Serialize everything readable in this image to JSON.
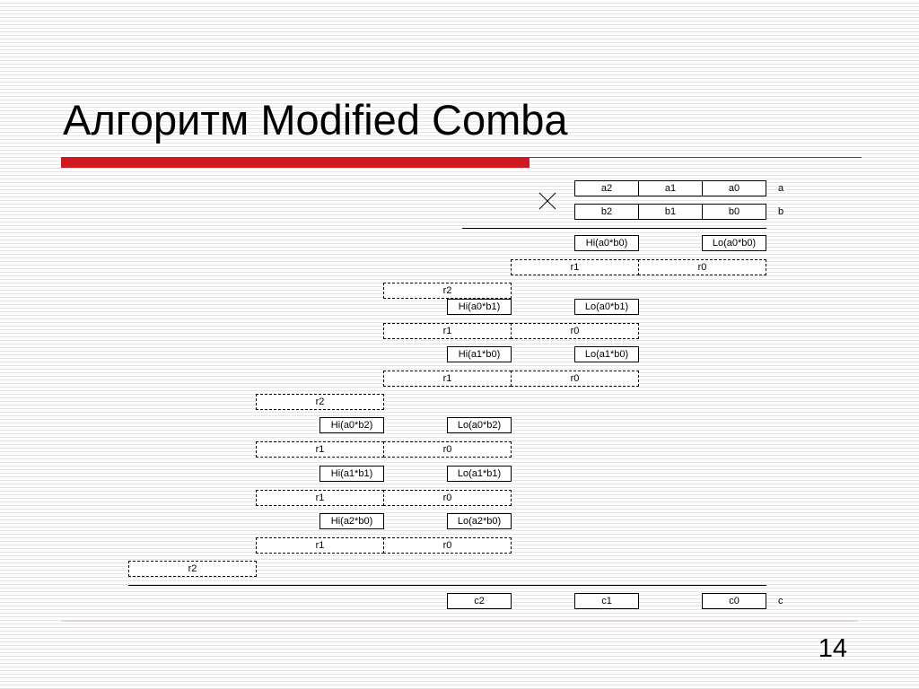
{
  "slide": {
    "title": "Алгоритм Modified Comba",
    "page_number": "14"
  },
  "operand_a": {
    "cells": [
      "a2",
      "a1",
      "a0"
    ],
    "label": "a"
  },
  "operand_b": {
    "cells": [
      "b2",
      "b1",
      "b0"
    ],
    "label": "b"
  },
  "result": {
    "cells": [
      "c2",
      "c1",
      "c0"
    ],
    "label": "c"
  },
  "partial_products": [
    "Hi(a0*b0)",
    "Lo(a0*b0)",
    "Hi(a0*b1)",
    "Lo(a0*b1)",
    "Hi(a1*b0)",
    "Lo(a1*b0)",
    "Hi(a0*b2)",
    "Lo(a0*b2)",
    "Hi(a1*b1)",
    "Lo(a1*b1)",
    "Hi(a2*b0)",
    "Lo(a2*b0)"
  ],
  "registers": {
    "r0": "r0",
    "r1": "r1",
    "r2": "r2"
  },
  "colors": {
    "accent_red": "#d01820"
  }
}
